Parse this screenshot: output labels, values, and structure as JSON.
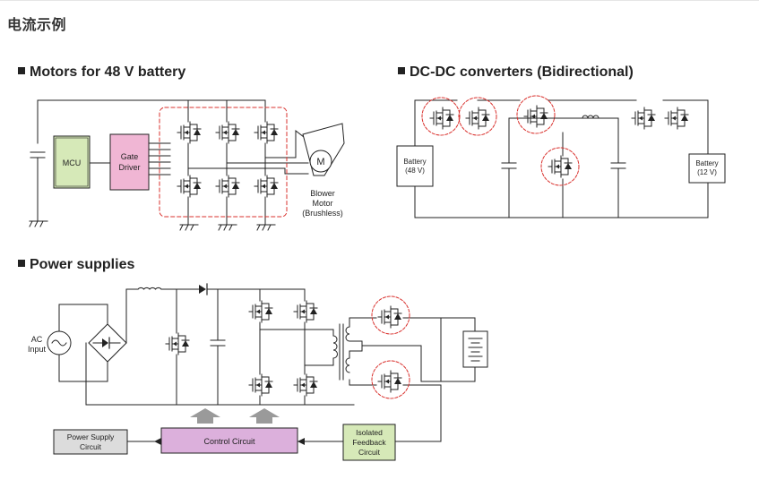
{
  "page": {
    "title": "电流示例"
  },
  "sections": {
    "motors": {
      "title": "Motors for 48 V battery"
    },
    "dcdc": {
      "title": "DC-DC converters (Bidirectional)"
    },
    "power": {
      "title": "Power supplies"
    }
  },
  "motors": {
    "mcu": "MCU",
    "gate_driver": [
      "Gate",
      "Driver"
    ],
    "motor_symbol": "M",
    "blower_label": [
      "Blower",
      "Motor",
      "(Brushless)"
    ]
  },
  "dcdc": {
    "battery_left": [
      "Battery",
      "(48 V)"
    ],
    "battery_right": [
      "Battery",
      "(12 V)"
    ]
  },
  "power": {
    "ac_input": [
      "AC",
      "Input"
    ],
    "power_supply_circuit": [
      "Power Supply",
      "Circuit"
    ],
    "control_circuit": "Control Circuit",
    "isolated_feedback": [
      "Isolated",
      "Feedback",
      "Circuit"
    ]
  },
  "colors": {
    "mcu_fill": "#d6e9b8",
    "gate_driver_fill": "#f0b6d4",
    "control_fill": "#dcb0dc",
    "feedback_fill": "#d6e9b8",
    "psc_fill": "#dcdcdc",
    "highlight": "#d9302c"
  }
}
